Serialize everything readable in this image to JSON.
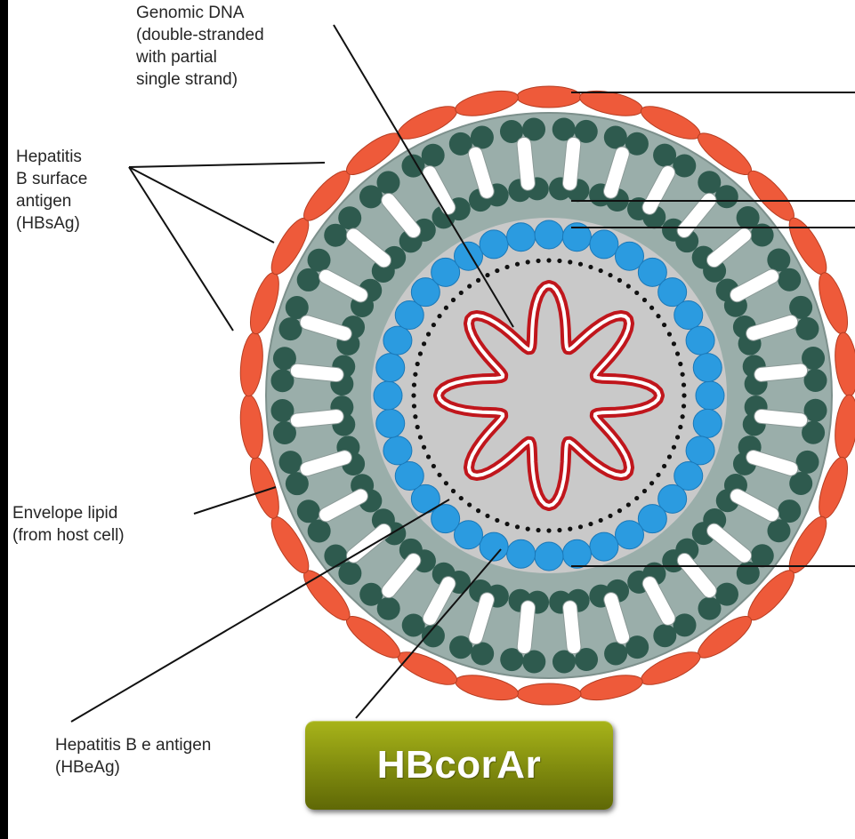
{
  "labels": {
    "genomic_dna": "Genomic DNA\n(double-stranded\nwith partial\nsingle strand)",
    "hbsag": "Hepatitis\nB surface\nantigen\n(HBsAg)",
    "envelope_lipid": "Envelope lipid\n(from host cell)",
    "hbeag": "Hepatitis B e antigen\n(HBeAg)"
  },
  "badge": {
    "text": "HBcorAr"
  },
  "colors": {
    "surface_antigen": "#ee5a3a",
    "lipid_layer": "#9aaeaa",
    "lipid_head": "#2e5a4e",
    "protein_channel": "#ffffff",
    "core_protein": "#2b9be0",
    "inner_fill": "#c9c9c9",
    "dna_strand": "#c0161c",
    "badge_bg": "#8a9612"
  }
}
